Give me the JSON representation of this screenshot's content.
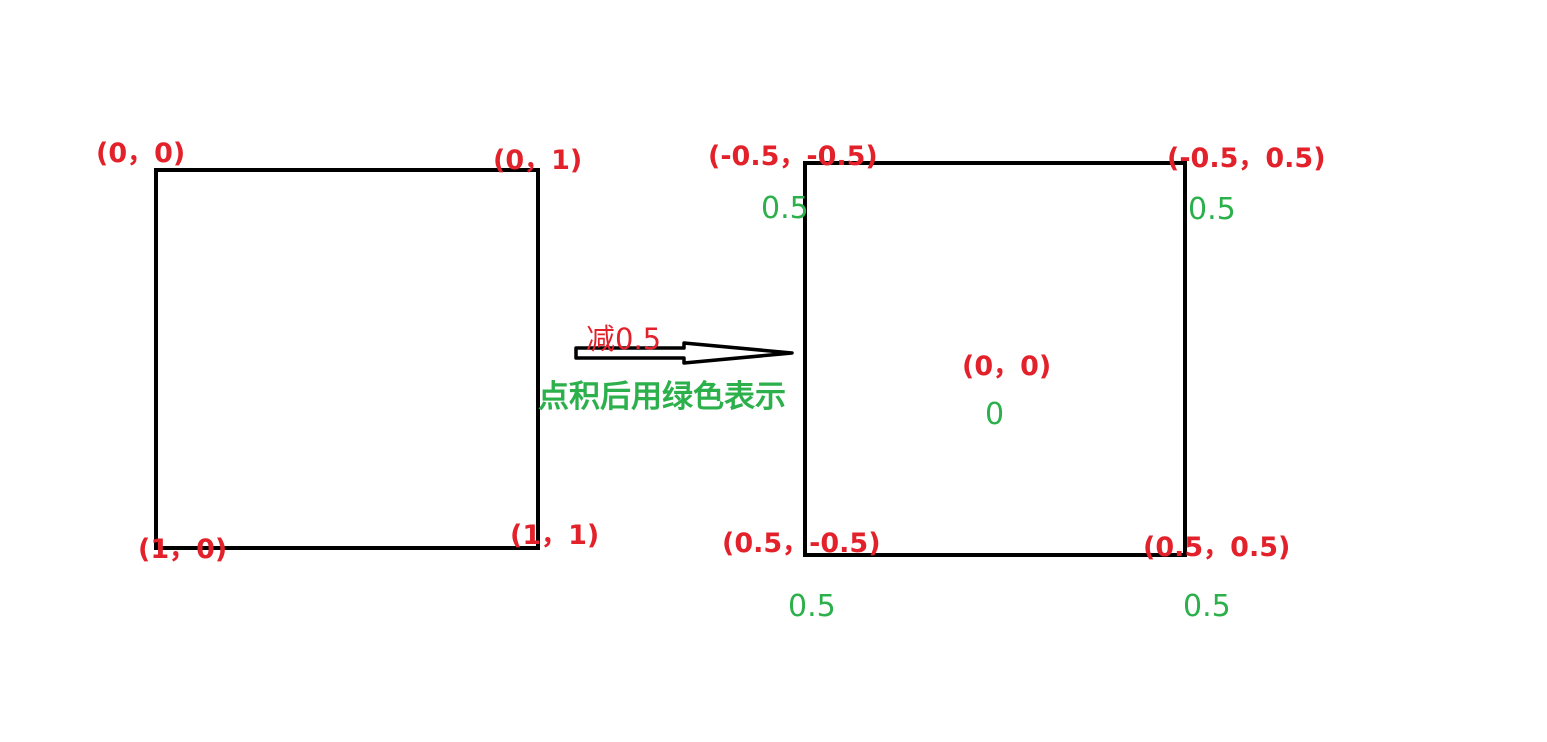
{
  "colors": {
    "coordinate": "#e3212b",
    "dot_product": "#2cb04c",
    "outline": "#000000"
  },
  "left_square": {
    "top_left": "(0，0)",
    "top_right": "(0，1)",
    "bottom_left": "(1，0)",
    "bottom_right": "(1，1)"
  },
  "arrow": {
    "label": "减0.5",
    "caption": "点积后用绿色表示"
  },
  "right_square": {
    "top_left": "(-0.5，-0.5)",
    "top_right": "(-0.5，0.5)",
    "center": "(0，0)",
    "bottom_left": "(0.5，-0.5)",
    "bottom_right": "(0.5，0.5)",
    "dot_top_left": "0.5",
    "dot_top_right": "0.5",
    "dot_center": "0",
    "dot_bottom_left": "0.5",
    "dot_bottom_right": "0.5"
  }
}
